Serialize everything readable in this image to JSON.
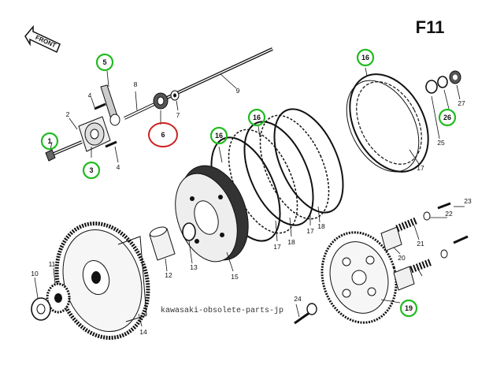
{
  "page_code": "F11",
  "front_label": "FRONT",
  "watermark": "kawasaki-obsolete-parts-jp",
  "colors": {
    "green_circle": "#22bb22",
    "red_circle": "#cc2222",
    "ink": "#111111"
  },
  "callouts": {
    "c1": "1",
    "c2": "2",
    "c3": "3",
    "c4a": "4",
    "c4b": "4",
    "c5": "5",
    "c6": "6",
    "c7": "7",
    "c8": "8",
    "c9": "9",
    "c10": "10",
    "c11": "11",
    "c12": "12",
    "c13": "13",
    "c14": "14",
    "c15": "15",
    "c16a": "16",
    "c16b": "16",
    "c16c": "16",
    "c17a": "17",
    "c17b": "17",
    "c17c": "17",
    "c18a": "18",
    "c18b": "18",
    "c19": "19",
    "c20": "20",
    "c21": "21",
    "c22": "22",
    "c23": "23",
    "c24": "24",
    "c25": "25",
    "c26": "26",
    "c27": "27"
  },
  "highlighted_green": [
    "1",
    "3",
    "5",
    "16",
    "16",
    "16",
    "19",
    "26"
  ],
  "highlighted_red": [
    "6"
  ]
}
